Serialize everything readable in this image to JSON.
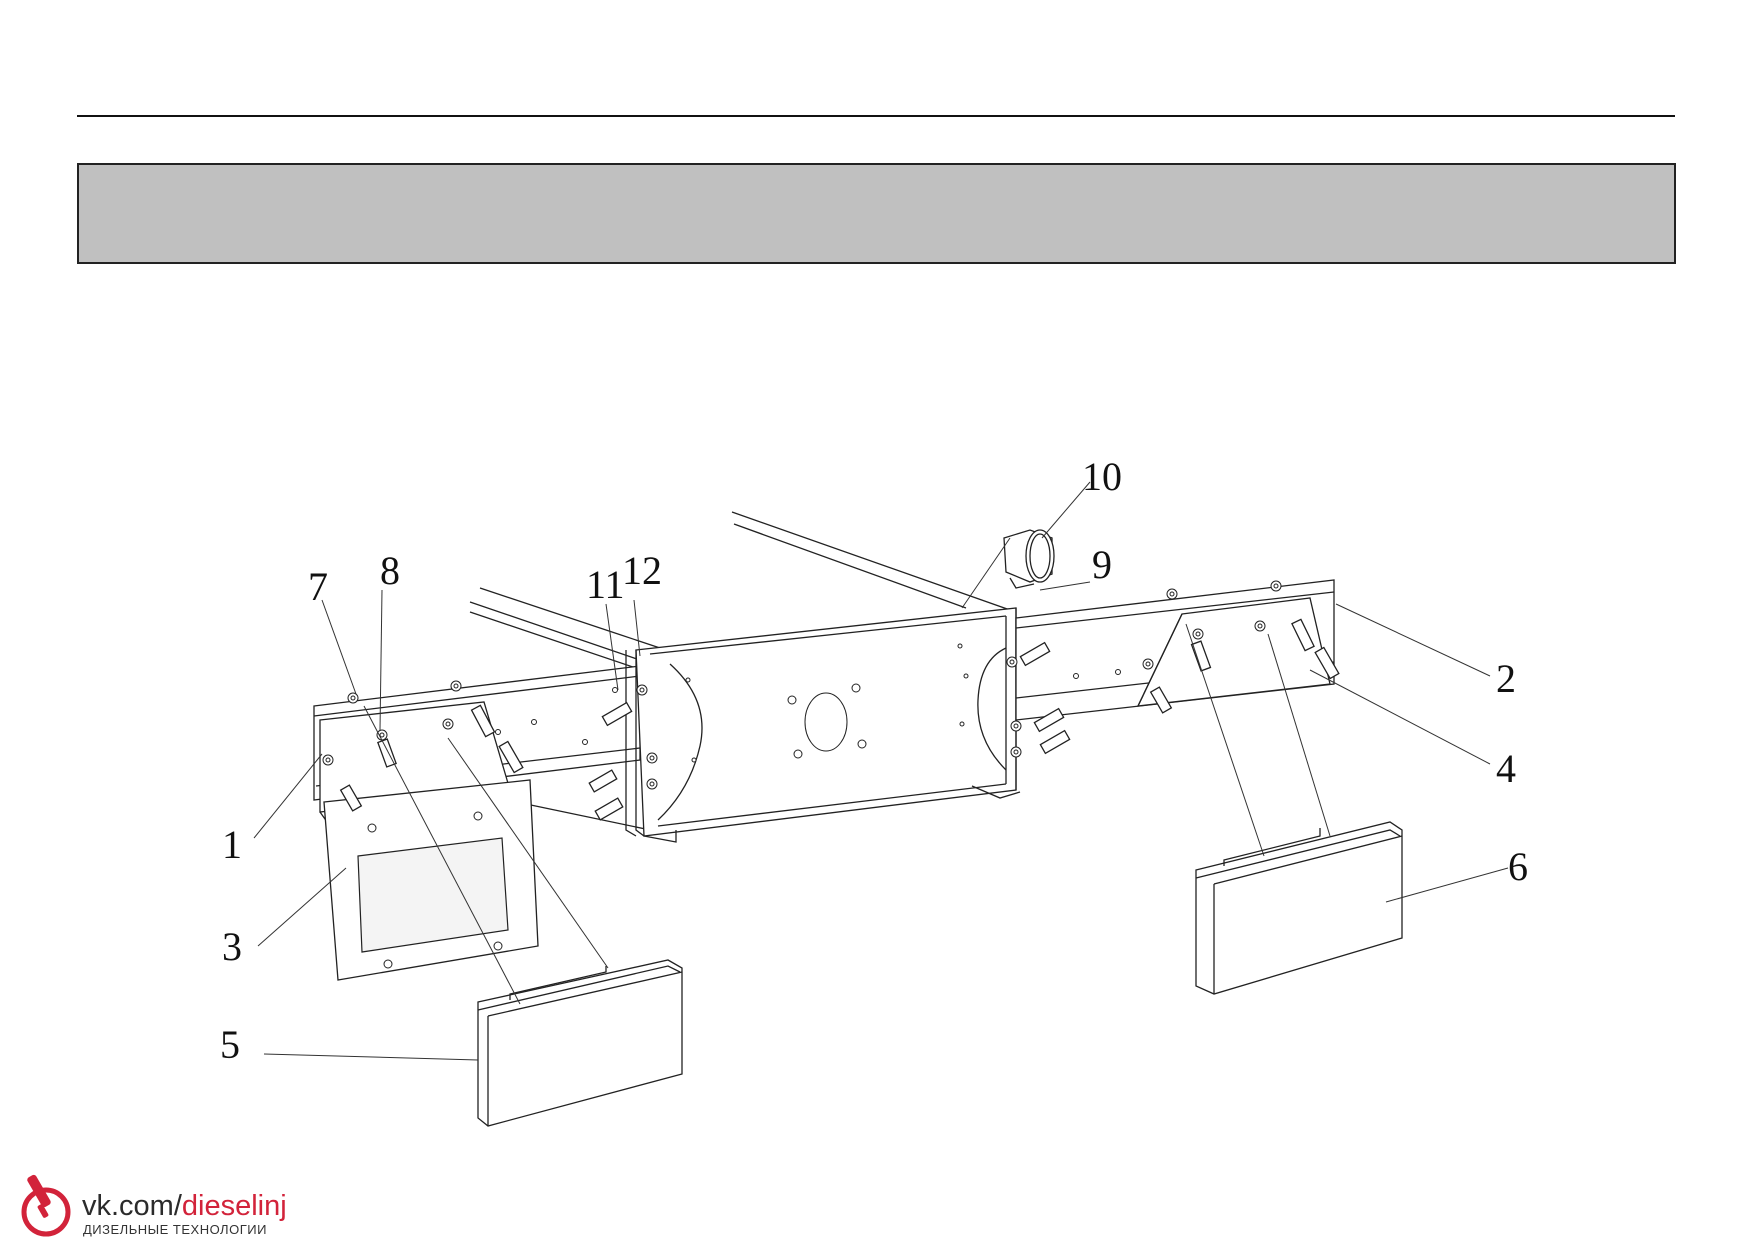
{
  "header": {
    "title": ""
  },
  "callouts": [
    {
      "id": "c1",
      "text": "1"
    },
    {
      "id": "c2",
      "text": "2"
    },
    {
      "id": "c3",
      "text": "3"
    },
    {
      "id": "c4",
      "text": "4"
    },
    {
      "id": "c5",
      "text": "5"
    },
    {
      "id": "c6",
      "text": "6"
    },
    {
      "id": "c7",
      "text": "7"
    },
    {
      "id": "c8",
      "text": "8"
    },
    {
      "id": "c9",
      "text": "9"
    },
    {
      "id": "c10",
      "text": "10"
    },
    {
      "id": "c11",
      "text": "11"
    },
    {
      "id": "c12",
      "text": "12"
    }
  ],
  "watermark": {
    "url_prefix": "vk.com/",
    "url_accent": "dieselinj",
    "subtitle": "ДИЗЕЛЬНЫЕ ТЕХНОЛОГИИ",
    "accent_color": "#d2233a"
  }
}
